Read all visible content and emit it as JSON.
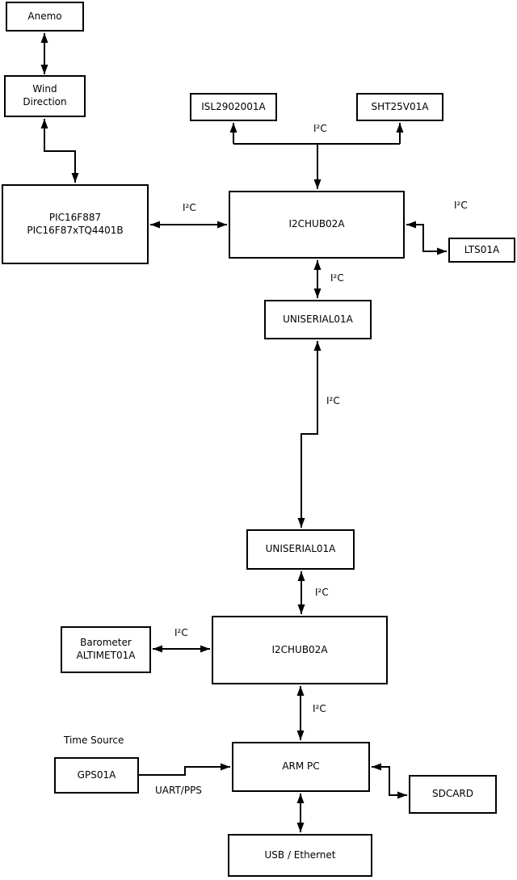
{
  "diagram": {
    "nodes": {
      "anemo": {
        "label": "Anemo"
      },
      "wind_direction": {
        "label": "Wind\nDirection"
      },
      "pic": {
        "label": "PIC16F887\nPIC16F87xTQ4401B"
      },
      "isl": {
        "label": "ISL2902001A"
      },
      "sht": {
        "label": "SHT25V01A"
      },
      "i2c_hub_1": {
        "label": "I2CHUB02A"
      },
      "lts": {
        "label": "LTS01A"
      },
      "uniserial_1": {
        "label": "UNISERIAL01A"
      },
      "uniserial_2": {
        "label": "UNISERIAL01A"
      },
      "barometer": {
        "label": "Barometer\nALTIMET01A"
      },
      "i2c_hub_2": {
        "label": "I2CHUB02A"
      },
      "gps": {
        "label": "GPS01A"
      },
      "arm_pc": {
        "label": "ARM PC"
      },
      "sdcard": {
        "label": "SDCARD"
      },
      "usb_ethernet": {
        "label": "USB / Ethernet"
      }
    },
    "edge_labels": {
      "i2c_pic_hub1": "I²C",
      "i2c_isl_sht": "I²C",
      "i2c_hub1_lts": "I²C",
      "i2c_hub1_uni1": "I²C",
      "i2c_uni1_uni2": "I²C",
      "i2c_uni2_hub2": "I²C",
      "i2c_baro_hub2": "I²C",
      "i2c_hub2_arm": "I²C",
      "uart_pps": "UART/PPS",
      "time_source": "Time Source"
    },
    "colors": {
      "line": "#000000",
      "box_border": "#000000",
      "box_fill": "#ffffff",
      "background": "#ffffff",
      "text": "#000000"
    }
  }
}
